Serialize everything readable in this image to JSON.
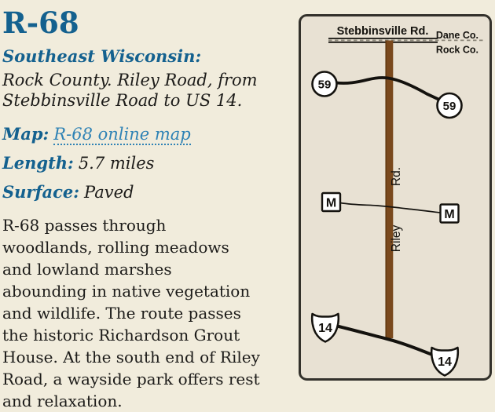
{
  "content": {
    "title": "R-68",
    "region_label": "Southeast Wisconsin:",
    "location": "Rock County. Riley Road, from Stebbinsville Road to US 14.",
    "map_label": "Map:",
    "map_link": "R-68 online map",
    "length_label": "Length:",
    "length_value": "5.7 miles",
    "surface_label": "Surface:",
    "surface_value": "Paved",
    "description": "R-68 passes through woodlands, rolling meadows and lowland marshes abounding in native vegetation and wildlife. The route passes the historic Richardson Grout House. At the south end of Riley Road, a wayside park offers rest and relaxation."
  },
  "map": {
    "road_top": "Stebbinsville Rd.",
    "county_top": "Dane Co.",
    "county_bottom": "Rock Co.",
    "route_59": "59",
    "county_m": "M",
    "us_14": "14",
    "vertical_road_abbr": "Rd.",
    "vertical_road_name": "Riley"
  },
  "colors": {
    "page_background": "#f1ecdc",
    "map_background": "#e8e1d3",
    "map_border": "#33312b",
    "heading_blue": "#14618f",
    "link_blue": "#2e82b5",
    "body_text": "#1c1b19",
    "riley_road_brown": "#7a491d",
    "county_dash_gray": "#8a8578"
  }
}
